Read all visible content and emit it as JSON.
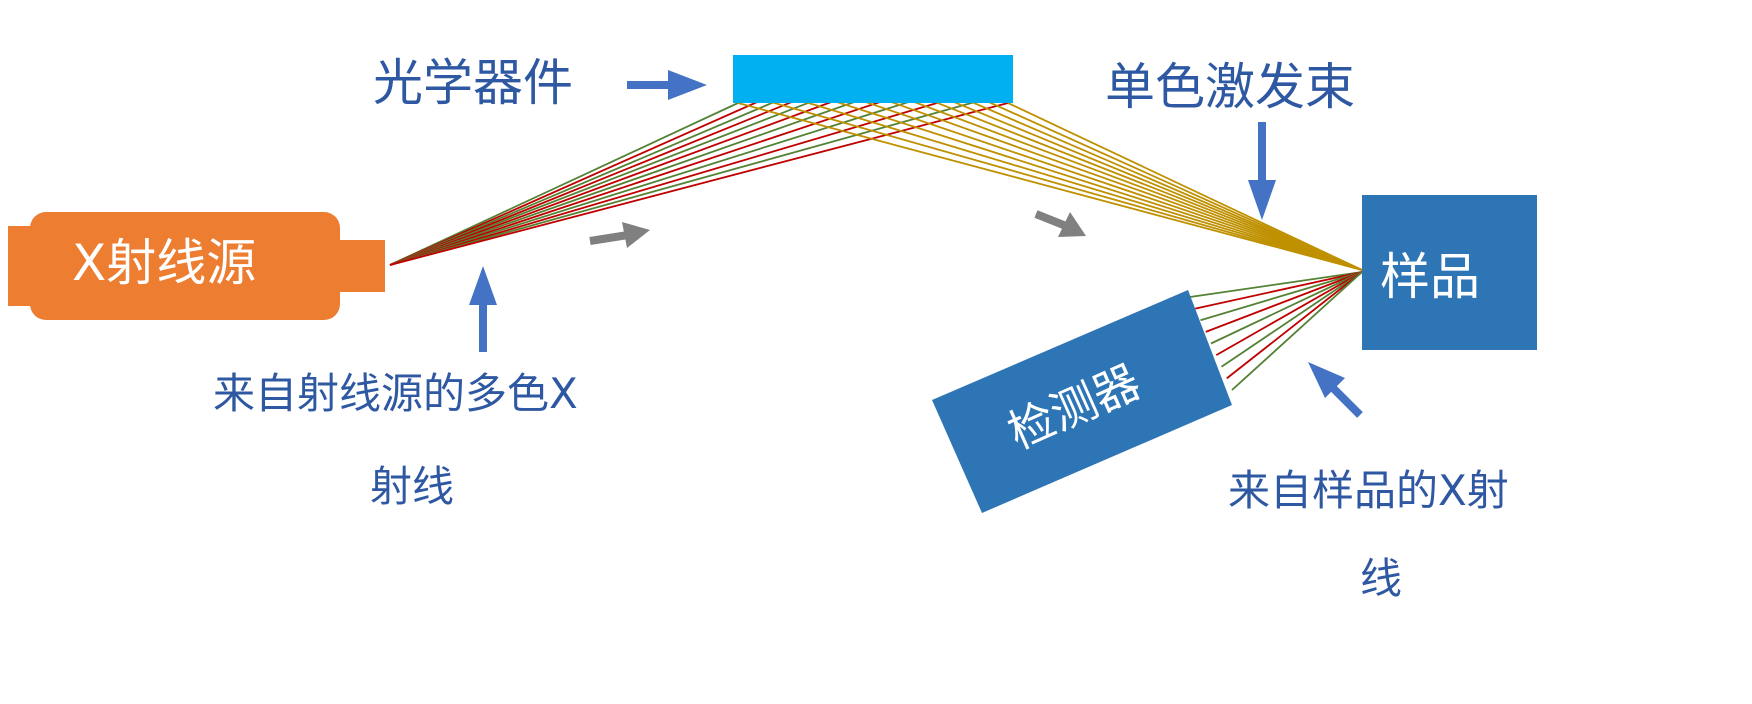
{
  "labels": {
    "optics": "光学器件",
    "mono_beam": "单色激发束",
    "source": "X射线源",
    "poly_x_line1": "来自射线源的多色X",
    "poly_x_line2": "射线",
    "sample": "样品",
    "detector": "检测器",
    "sample_x_line1": "来自样品的X射",
    "sample_x_line2": "线"
  },
  "colors": {
    "source": "#ed7d31",
    "optic": "#00b0f0",
    "box": "#2e75b6",
    "arrow_blue": "#4472c4",
    "arrow_gray": "#808080",
    "ray_red": "#c00000",
    "ray_green": "#548235",
    "ray_gold": "#bf9000",
    "text": "#2f58a3"
  }
}
